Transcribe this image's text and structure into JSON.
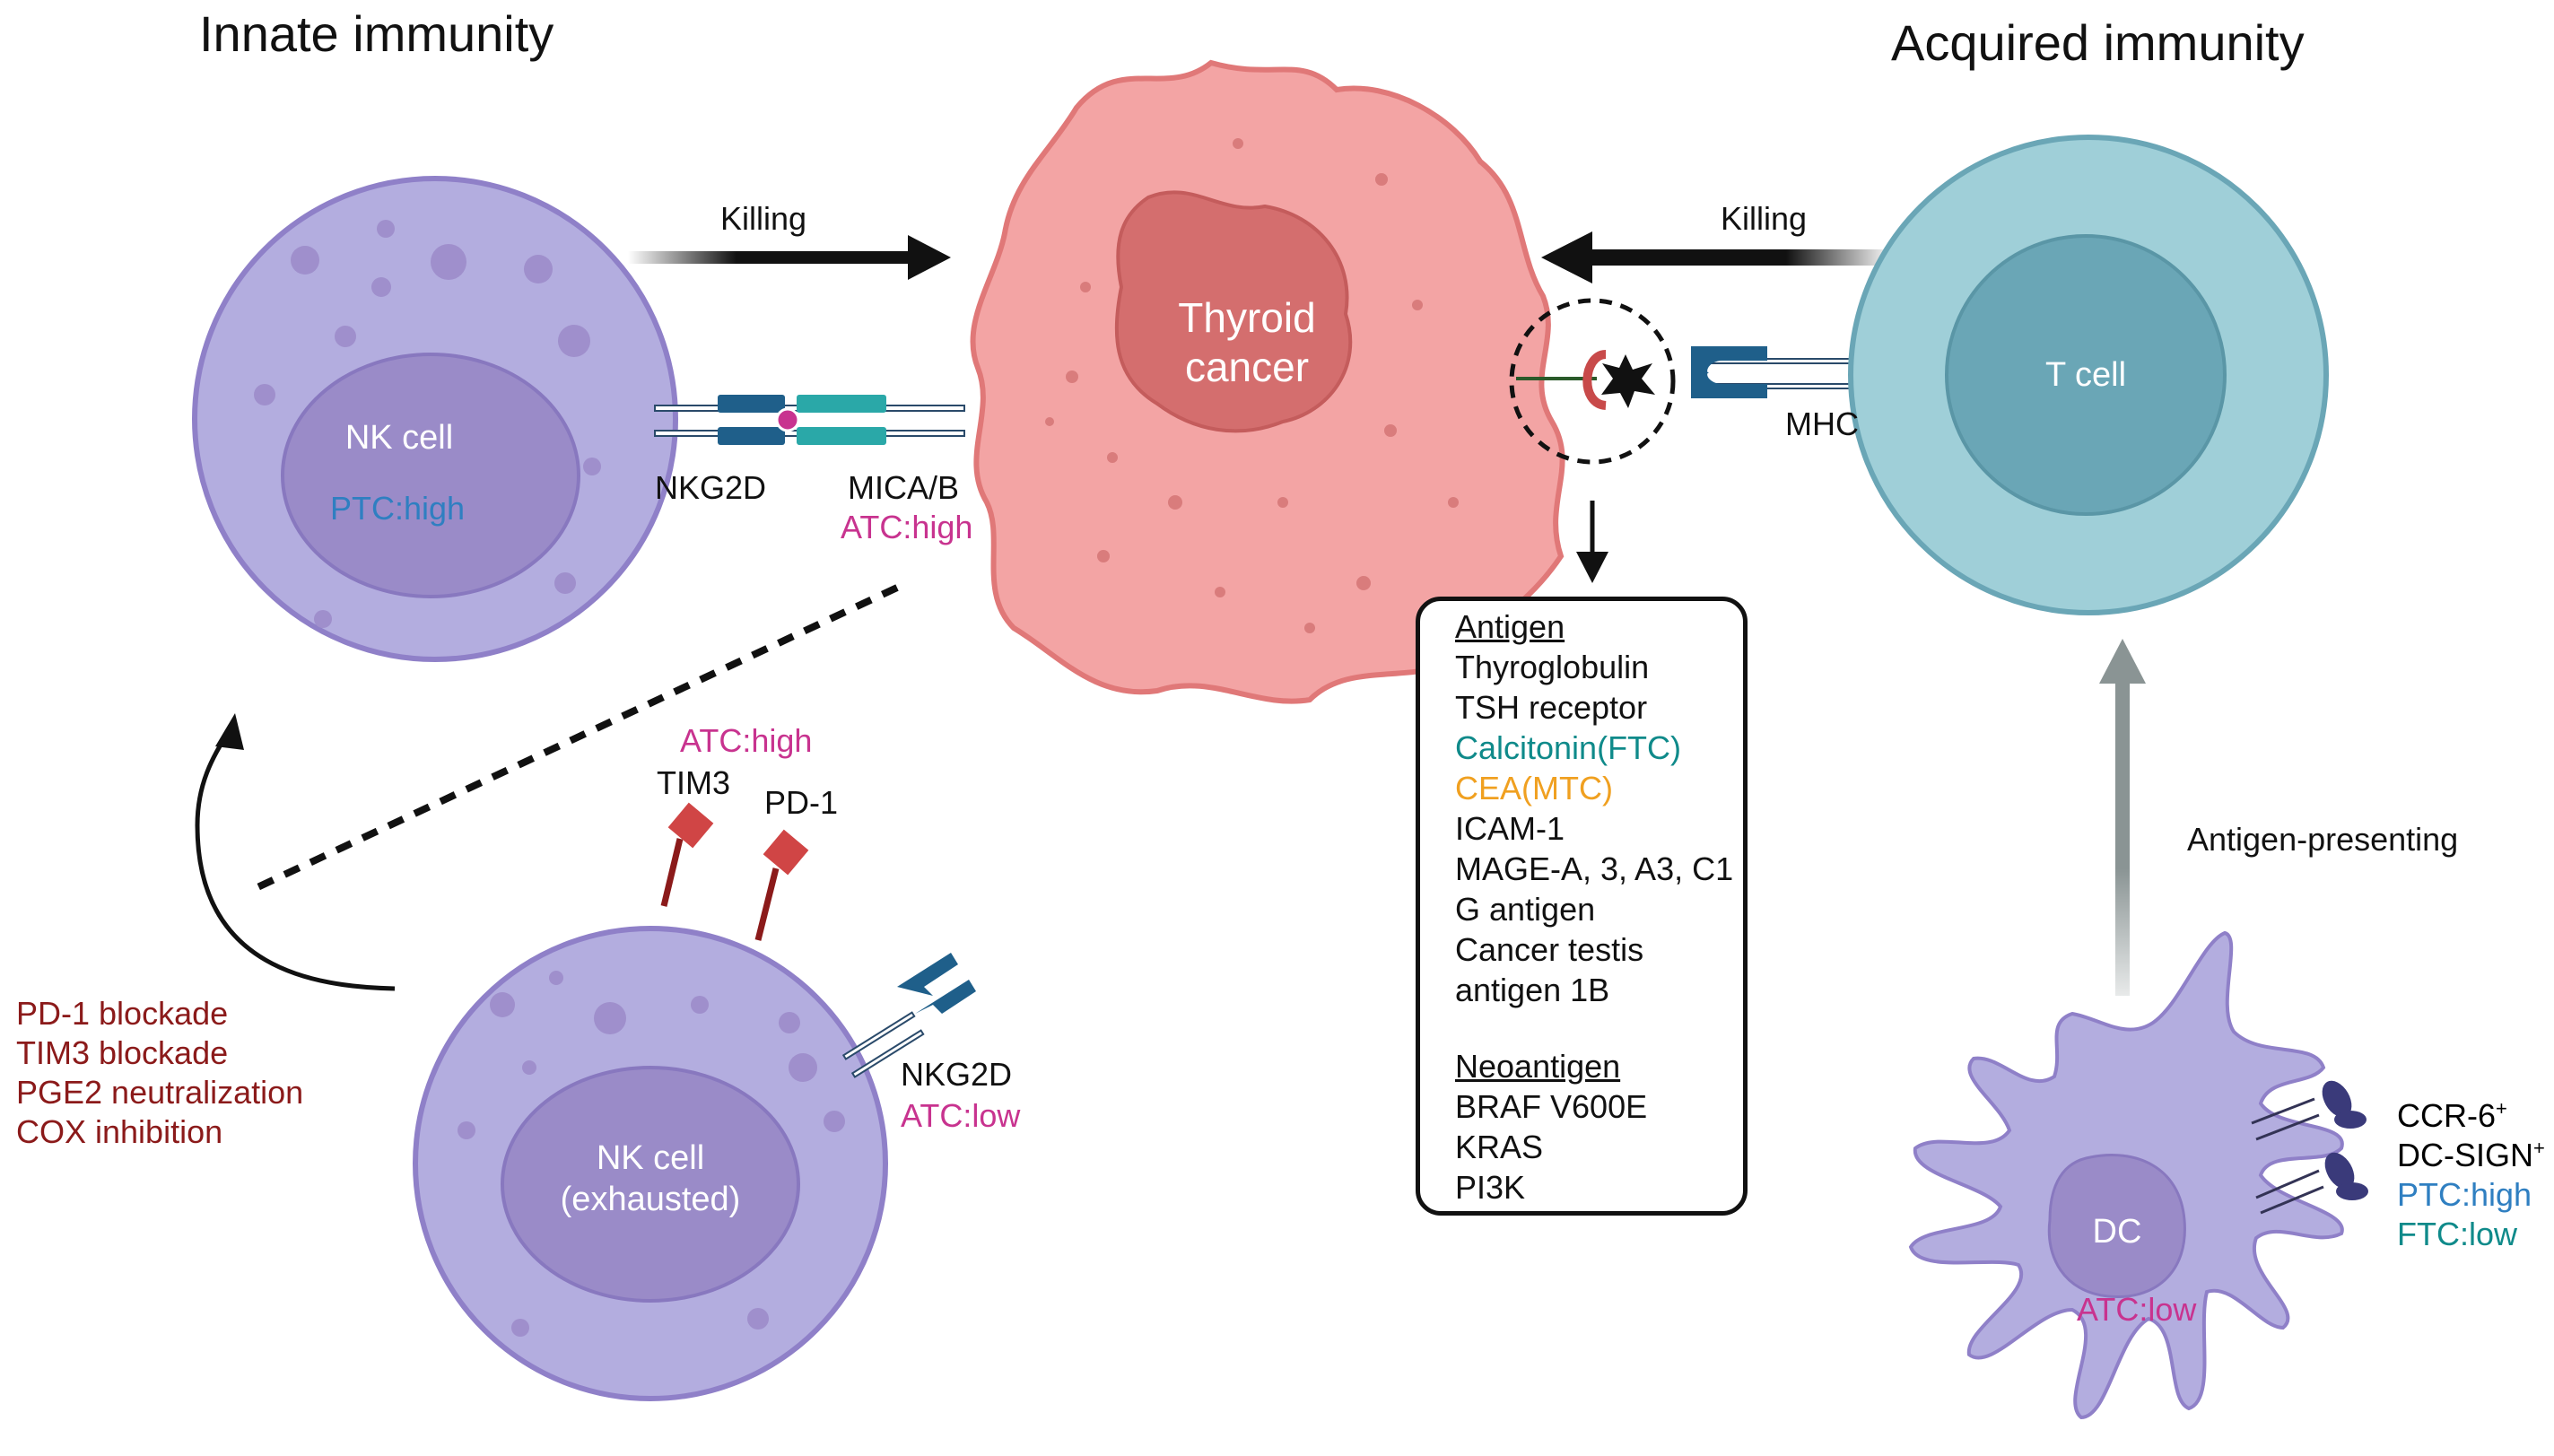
{
  "titles": {
    "innate": "Innate immunity",
    "acquired": "Acquired immunity"
  },
  "arrows": {
    "killing_left": "Killing",
    "killing_right": "Killing",
    "antigen_presenting": "Antigen-presenting"
  },
  "cells": {
    "nk_cell": "NK cell",
    "nk_cell_level": "PTC:high",
    "thyroid_cancer_line1": "Thyroid",
    "thyroid_cancer_line2": "cancer",
    "t_cell": "T cell",
    "nk_exhausted_line1": "NK cell",
    "nk_exhausted_line2": "(exhausted)",
    "dc": "DC",
    "dc_level": "ATC:low"
  },
  "receptors": {
    "nkg2d_top": "NKG2D",
    "mica_b": "MICA/B",
    "mica_b_level": "ATC:high",
    "mhc": "MHC",
    "tim3": "TIM3",
    "pd1": "PD-1",
    "checkpoint_level": "ATC:high",
    "nkg2d_bottom": "NKG2D",
    "nkg2d_bottom_level": "ATC:low"
  },
  "antigen_box": {
    "antigen_heading": "Antigen",
    "antigens": [
      {
        "text": "Thyroglobulin",
        "color": "#111111"
      },
      {
        "text": "TSH receptor",
        "color": "#111111"
      },
      {
        "text": "Calcitonin(FTC)",
        "color": "#0f8a8a"
      },
      {
        "text": "CEA(MTC)",
        "color": "#f0a020"
      },
      {
        "text": "ICAM-1",
        "color": "#111111"
      },
      {
        "text": "MAGE-A, 3, A3, C1",
        "color": "#111111"
      },
      {
        "text": "G antigen",
        "color": "#111111"
      },
      {
        "text": "Cancer testis",
        "color": "#111111"
      },
      {
        "text": "antigen 1B",
        "color": "#111111"
      }
    ],
    "neoantigen_heading": "Neoantigen",
    "neoantigens": [
      "BRAF V600E",
      "KRAS",
      "PI3K"
    ]
  },
  "therapies": [
    "PD-1 blockade",
    "TIM3 blockade",
    "PGE2 neutralization",
    "COX inhibition"
  ],
  "dc_markers": {
    "ccr6": "CCR-6",
    "ccr6_sup": "+",
    "dcsign": "DC-SIGN",
    "dcsign_sup": "+",
    "ptc": "PTC:high",
    "ftc": "FTC:low"
  },
  "colors": {
    "magenta": "#c8338f",
    "blue_level": "#2f7fc1",
    "teal_level": "#0f8a8a",
    "orange_level": "#f0a020",
    "therapy_red": "#8b1a1a",
    "nk_fill": "#b3addf",
    "nk_nucleus": "#9a8bc8",
    "cancer_fill": "#f3a4a4",
    "cancer_nucleus": "#d46e6e",
    "tcell_fill": "#9fcfd8",
    "tcell_nucleus": "#6aa6b6"
  }
}
